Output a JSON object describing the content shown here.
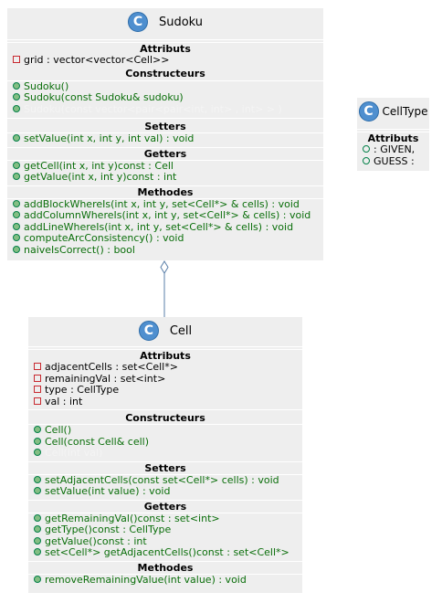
{
  "sudoku": {
    "icon": "C",
    "name": "Sudoku",
    "attributes_title": "Attributs",
    "attributes": [
      "grid : vector<vector<Cell>>"
    ],
    "constructors_title": "Constructeurs",
    "constructors": [
      "Sudoku()",
      "Sudoku(const Sudoku& sudoku)",
      "Sudoku(const vector<pair<pair<int, int> , int> > )"
    ],
    "setters_title": "Setters",
    "setters": [
      "setValue(int x, int y, int val) : void"
    ],
    "getters_title": "Getters",
    "getters": [
      "getCell(int x, int y)const : Cell",
      "getValue(int x, int y)const : int"
    ],
    "methods_title": "Methodes",
    "methods": [
      "addBlockWhereIs(int x, int y, set<Cell*> & cells) : void",
      "addColumnWhereIs(int x, int y, set<Cell*> & cells) : void",
      "addLineWhereIs(int x, int y, set<Cell*> & cells) : void",
      "computeArcConsistency() : void",
      "naiveIsCorrect() : bool"
    ]
  },
  "celltype": {
    "icon": "C",
    "name": "CellType",
    "attributes_title": "Attributs",
    "attributes": [
      ": GIVEN,",
      "GUESS :"
    ]
  },
  "cell": {
    "icon": "C",
    "name": "Cell",
    "attributes_title": "Attributs",
    "attributes": [
      "adjacentCells : set<Cell*>",
      "remainingVal : set<int>",
      "type : CellType",
      "val : int"
    ],
    "constructors_title": "Constructeurs",
    "constructors": [
      "Cell()",
      "Cell(const Cell& cell)",
      "Cell(int val)"
    ],
    "setters_title": "Setters",
    "setters": [
      "setAdjacentCells(const set<Cell*> cells) : void",
      "setValue(int value) : void"
    ],
    "getters_title": "Getters",
    "getters": [
      "getRemainingVal()const : set<int>",
      "getType()const : CellType",
      "getValue()const : int",
      "set<Cell*> getAdjacentCells()const : set<Cell*>"
    ],
    "methods_title": "Methodes",
    "methods": [
      "removeRemainingValue(int value) : void"
    ]
  },
  "colors": {
    "class_bg": "#eeeeee",
    "icon_bg": "#4f8fcf",
    "method_text": "#0a6e0a",
    "private_marker": "#c82930",
    "public_marker": "#038048",
    "link": "#5a7fa8"
  }
}
